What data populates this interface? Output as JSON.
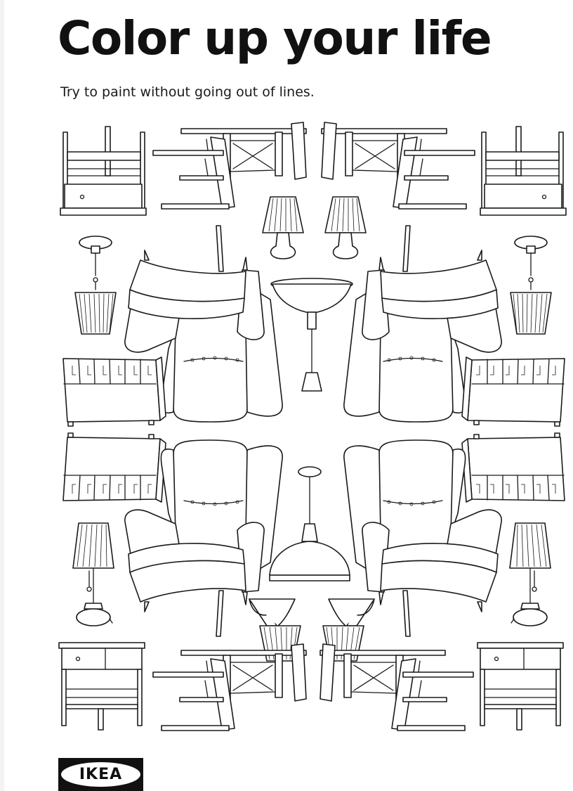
{
  "page": {
    "title": "Color up your life",
    "subtitle": "Try to paint without going out of lines."
  },
  "brand": {
    "logo_text": "IKEA",
    "colors": {
      "ink": "#111111",
      "paper": "#ffffff"
    }
  },
  "illustrations": [
    "upside-down-nightstand",
    "chair",
    "table-lamp",
    "wing-chair",
    "pendant-lamp",
    "ceiling-lamp",
    "chest-of-drawers",
    "nightstand"
  ]
}
